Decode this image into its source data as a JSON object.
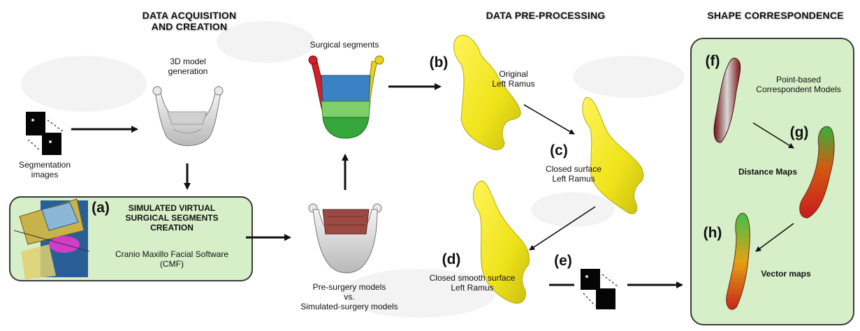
{
  "headers": {
    "acquisition_line1": "DATA ACQUISITION",
    "acquisition_line2": "AND CREATION",
    "preprocessing": "DATA PRE-PROCESSING",
    "correspondence": "SHAPE CORRESPONDENCE"
  },
  "acquisition": {
    "model_generation_line1": "3D model",
    "model_generation_line2": "generation",
    "segmentation_line1": "Segmentation",
    "segmentation_line2": "images",
    "simulated_letter": "(a)",
    "simulated_line1": "SIMULATED VIRTUAL",
    "simulated_line2": "SURGICAL SEGMENTS",
    "simulated_line3": "CREATION",
    "software_line1": "Cranio Maxillo Facial Software",
    "software_line2": "(CMF)",
    "surgical_segments": "Surgical segments",
    "presurgery_line1": "Pre-surgery models",
    "presurgery_line2": "vs.",
    "presurgery_line3": "Simulated-surgery models"
  },
  "preprocessing": {
    "b_letter": "(b)",
    "b_line1": "Original",
    "b_line2": "Left Ramus",
    "c_letter": "(c)",
    "c_line1": "Closed surface",
    "c_line2": "Left Ramus",
    "d_letter": "(d)",
    "d_line1": "Closed smooth surface",
    "d_line2": "Left Ramus",
    "e_letter": "(e)"
  },
  "correspondence": {
    "f_letter": "(f)",
    "f_line1": "Point-based",
    "f_line2": "Correspondent Models",
    "g_letter": "(g)",
    "g_label": "Distance Maps",
    "h_letter": "(h)",
    "h_label": "Vector maps"
  },
  "colors": {
    "panel_green": "#d6efc8",
    "panel_border": "#3a3a3a",
    "ramus_yellow": "#f2ea1c",
    "arrow": "#111111"
  }
}
